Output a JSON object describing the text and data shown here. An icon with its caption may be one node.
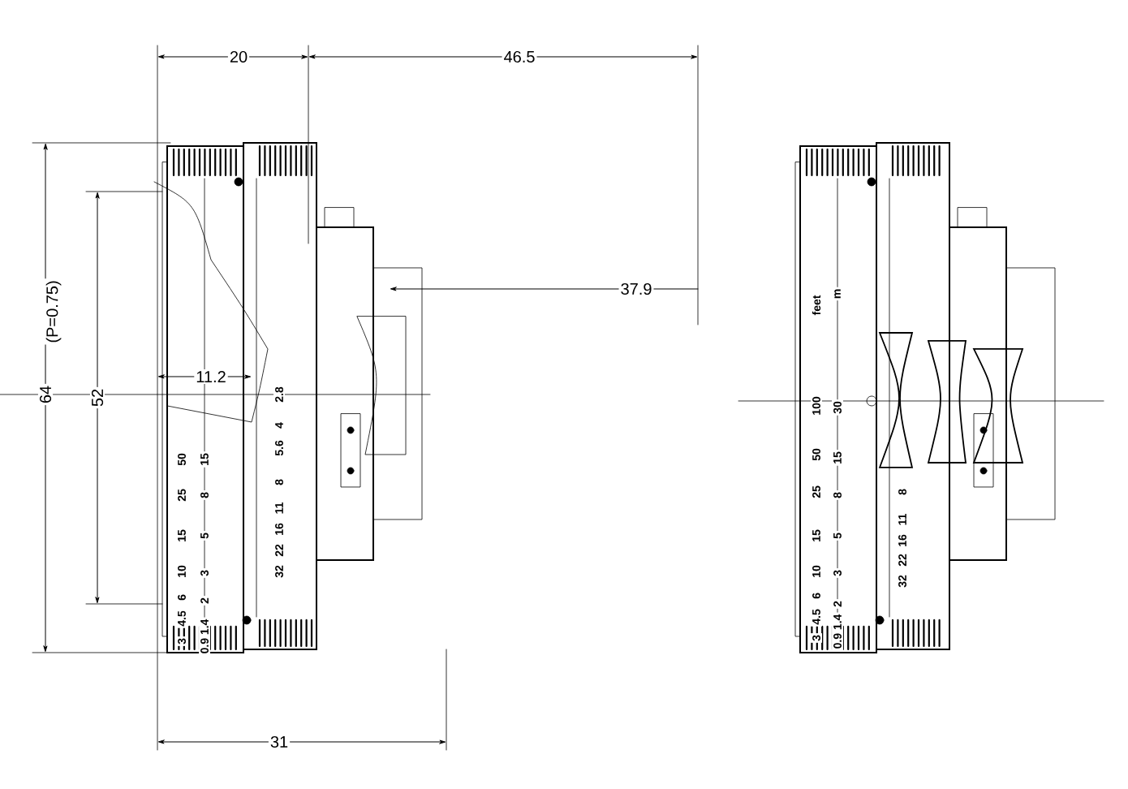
{
  "diagram": {
    "labels": [
      "20",
      "46.5",
      "37.9",
      "11.2",
      "64",
      "(P=0.75)",
      "52",
      "31",
      "3",
      "4.5",
      "6",
      "10",
      "15",
      "25",
      "50",
      "0.9 1.4",
      "2",
      "3",
      "5",
      "8",
      "15",
      "32",
      "22",
      "16",
      "11",
      "8",
      "5.6",
      "4",
      "2.8",
      "3",
      "4.5",
      "6",
      "10",
      "15",
      "25",
      "50",
      "100",
      "feet",
      "0.9 1.4",
      "2",
      "3",
      "5",
      "8",
      "15",
      "30",
      "m",
      "32",
      "22",
      "16",
      "11",
      "8"
    ]
  }
}
